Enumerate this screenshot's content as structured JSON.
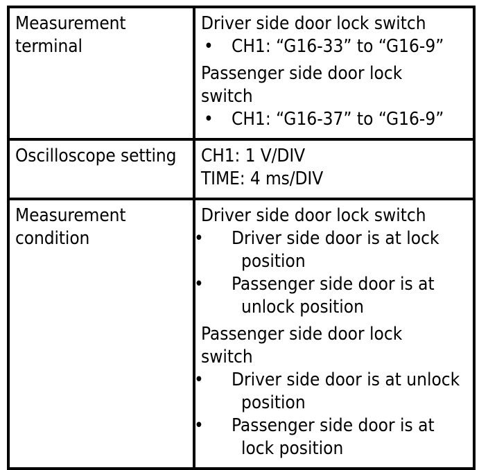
{
  "table": {
    "rows": [
      {
        "label": {
          "lines": [
            "Measurement",
            "terminal"
          ]
        },
        "value": {
          "groups": [
            {
              "heading": "Driver side door lock switch",
              "bullets": [
                "CH1: “G16-33” to “G16-9”"
              ]
            },
            {
              "heading_lines": [
                "Passenger side door lock",
                "switch"
              ],
              "bullets": [
                "CH1: “G16-37” to “G16-9”"
              ]
            }
          ]
        }
      },
      {
        "label": {
          "lines": [
            "Oscilloscope setting"
          ]
        },
        "value": {
          "plain_lines": [
            "CH1: 1 V/DIV",
            "TIME: 4 ms/DIV"
          ]
        }
      },
      {
        "label": {
          "lines": [
            "Measurement",
            "condition"
          ]
        },
        "value": {
          "groups": [
            {
              "heading": "Driver side door lock switch",
              "bullets": [
                "Driver side door is at lock position",
                "Passenger side door is at unlock position"
              ]
            },
            {
              "heading_lines": [
                "Passenger side door lock",
                "switch"
              ],
              "bullets": [
                "Driver side door is at unlock position",
                "Passenger side door is at lock position"
              ]
            }
          ]
        }
      }
    ]
  },
  "icons": {
    "bullet": "•"
  },
  "colors": {
    "border": "#000000",
    "text": "#000000",
    "background": "#ffffff"
  }
}
